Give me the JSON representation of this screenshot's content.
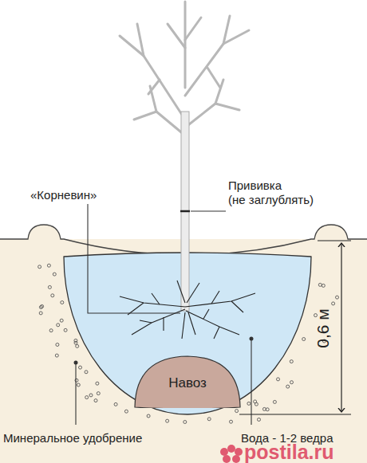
{
  "diagram": {
    "nodes": [
      {
        "text": [
          "Навоз"
        ]
      }
    ],
    "labels": [
      "«Корневин»",
      "Прививка (не заглублять)",
      "0,6 м",
      "Минеральное удобрение",
      "Вода - 1-2 ведра",
      "postila.ru"
    ]
  }
}
